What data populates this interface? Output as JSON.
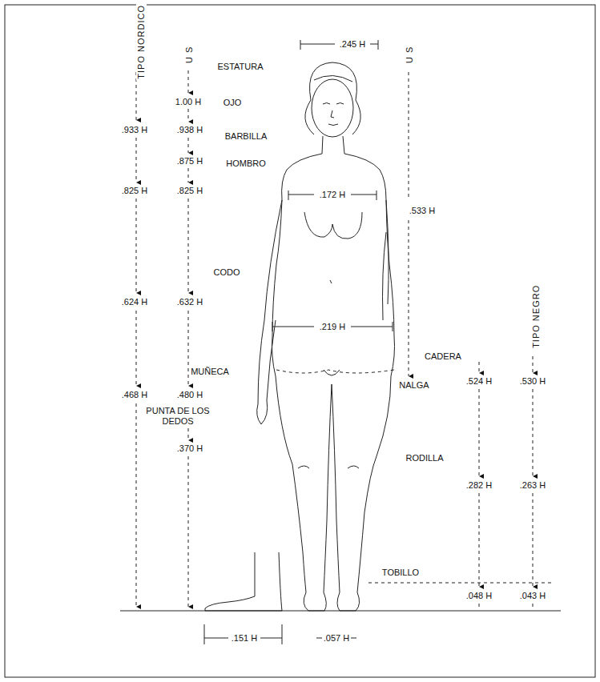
{
  "diagram": {
    "labels": [
      "TIPO NORDICO",
      "U S",
      "ESTATURA",
      ".245 H",
      "U S",
      "1.00 H",
      "OJO",
      ".933 H",
      ".938 H",
      "BARBILLA",
      ".875 H",
      "HOMBRO",
      ".825 H",
      ".825 H",
      ".172 H",
      ".533 H",
      "CODO",
      ".624 H",
      ".632 H",
      ".219 H",
      "TIPO NEGRO",
      "CADERA",
      "MUÑECA",
      "NALGA",
      ".524 H",
      ".530 H",
      ".468 H",
      ".480 H",
      "PUNTA DE LOS DEDOS",
      ".370 H",
      "RODILLA",
      ".282 H",
      ".263 H",
      "TOBILLO",
      ".048 H",
      ".043 H",
      ".151 H",
      ".057 H"
    ]
  }
}
